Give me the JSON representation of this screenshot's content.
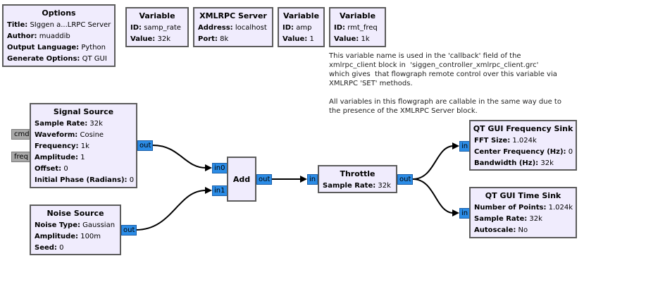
{
  "options": {
    "title": "Options",
    "rows": [
      {
        "key": "Title:",
        "value": "SIggen a...LRPC Server"
      },
      {
        "key": "Author:",
        "value": "muaddib"
      },
      {
        "key": "Output Language:",
        "value": "Python"
      },
      {
        "key": "Generate Options:",
        "value": "QT GUI"
      }
    ]
  },
  "var_samp_rate": {
    "title": "Variable",
    "rows": [
      {
        "key": "ID:",
        "value": "samp_rate"
      },
      {
        "key": "Value:",
        "value": "32k"
      }
    ]
  },
  "xmlrpc": {
    "title": "XMLRPC Server",
    "rows": [
      {
        "key": "Address:",
        "value": "localhost"
      },
      {
        "key": "Port:",
        "value": "8k"
      }
    ]
  },
  "var_amp": {
    "title": "Variable",
    "rows": [
      {
        "key": "ID:",
        "value": "amp"
      },
      {
        "key": "Value:",
        "value": "1"
      }
    ]
  },
  "var_rmt_freq": {
    "title": "Variable",
    "rows": [
      {
        "key": "ID:",
        "value": "rmt_freq"
      },
      {
        "key": "Value:",
        "value": "1k"
      }
    ]
  },
  "note": {
    "line1": "This variable name is used in the 'callback' field of the",
    "line2": "xmlrpc_client block in  'siggen_controller_xmlrpc_client.grc'",
    "line3": "which gives  that flowgraph remote control over this variable via",
    "line4": "XMLRPC 'SET' methods.",
    "line5": "All variables in this flowgraph are callable in the same way due to",
    "line6": "the presence of the XMLRPC Server block."
  },
  "signal_source": {
    "title": "Signal Source",
    "rows": [
      {
        "key": "Sample Rate:",
        "value": "32k"
      },
      {
        "key": "Waveform:",
        "value": "Cosine"
      },
      {
        "key": "Frequency:",
        "value": "1k"
      },
      {
        "key": "Amplitude:",
        "value": "1"
      },
      {
        "key": "Offset:",
        "value": "0"
      },
      {
        "key": "Initial Phase (Radians):",
        "value": "0"
      }
    ],
    "msg_ports": [
      "cmd",
      "freq"
    ],
    "out_port": "out"
  },
  "noise_source": {
    "title": "Noise Source",
    "rows": [
      {
        "key": "Noise Type:",
        "value": "Gaussian"
      },
      {
        "key": "Amplitude:",
        "value": "100m"
      },
      {
        "key": "Seed:",
        "value": "0"
      }
    ],
    "out_port": "out"
  },
  "add": {
    "title": "Add",
    "in_ports": [
      "in0",
      "in1"
    ],
    "out_port": "out"
  },
  "throttle": {
    "title": "Throttle",
    "rows": [
      {
        "key": "Sample Rate:",
        "value": "32k"
      }
    ],
    "in_port": "in",
    "out_port": "out"
  },
  "freq_sink": {
    "title": "QT GUI Frequency Sink",
    "rows": [
      {
        "key": "FFT Size:",
        "value": "1.024k"
      },
      {
        "key": "Center Frequency (Hz):",
        "value": "0"
      },
      {
        "key": "Bandwidth (Hz):",
        "value": "32k"
      }
    ],
    "in_port": "in"
  },
  "time_sink": {
    "title": "QT GUI Time Sink",
    "rows": [
      {
        "key": "Number of Points:",
        "value": "1.024k"
      },
      {
        "key": "Sample Rate:",
        "value": "32k"
      },
      {
        "key": "Autoscale:",
        "value": "No"
      }
    ],
    "in_port": "in"
  }
}
